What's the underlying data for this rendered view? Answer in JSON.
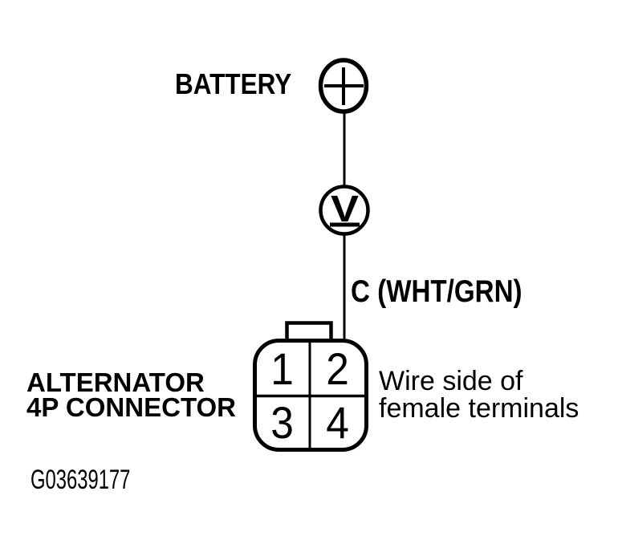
{
  "colors": {
    "ink": "#000000",
    "paper": "#ffffff"
  },
  "diagram": {
    "battery": {
      "label": "BATTERY"
    },
    "voltmeter": {
      "symbol": "V"
    },
    "wire": {
      "label": "C (WHT/GRN)"
    },
    "connector": {
      "label_line1": "ALTERNATOR",
      "label_line2": "4P CONNECTOR",
      "pins": [
        "1",
        "2",
        "3",
        "4"
      ],
      "note_line1": "Wire side of",
      "note_line2": "female terminals"
    },
    "figure_id": "G03639177",
    "icons": {
      "battery_terminal": "circle-plus",
      "voltmeter": "circle-v-underline"
    }
  }
}
